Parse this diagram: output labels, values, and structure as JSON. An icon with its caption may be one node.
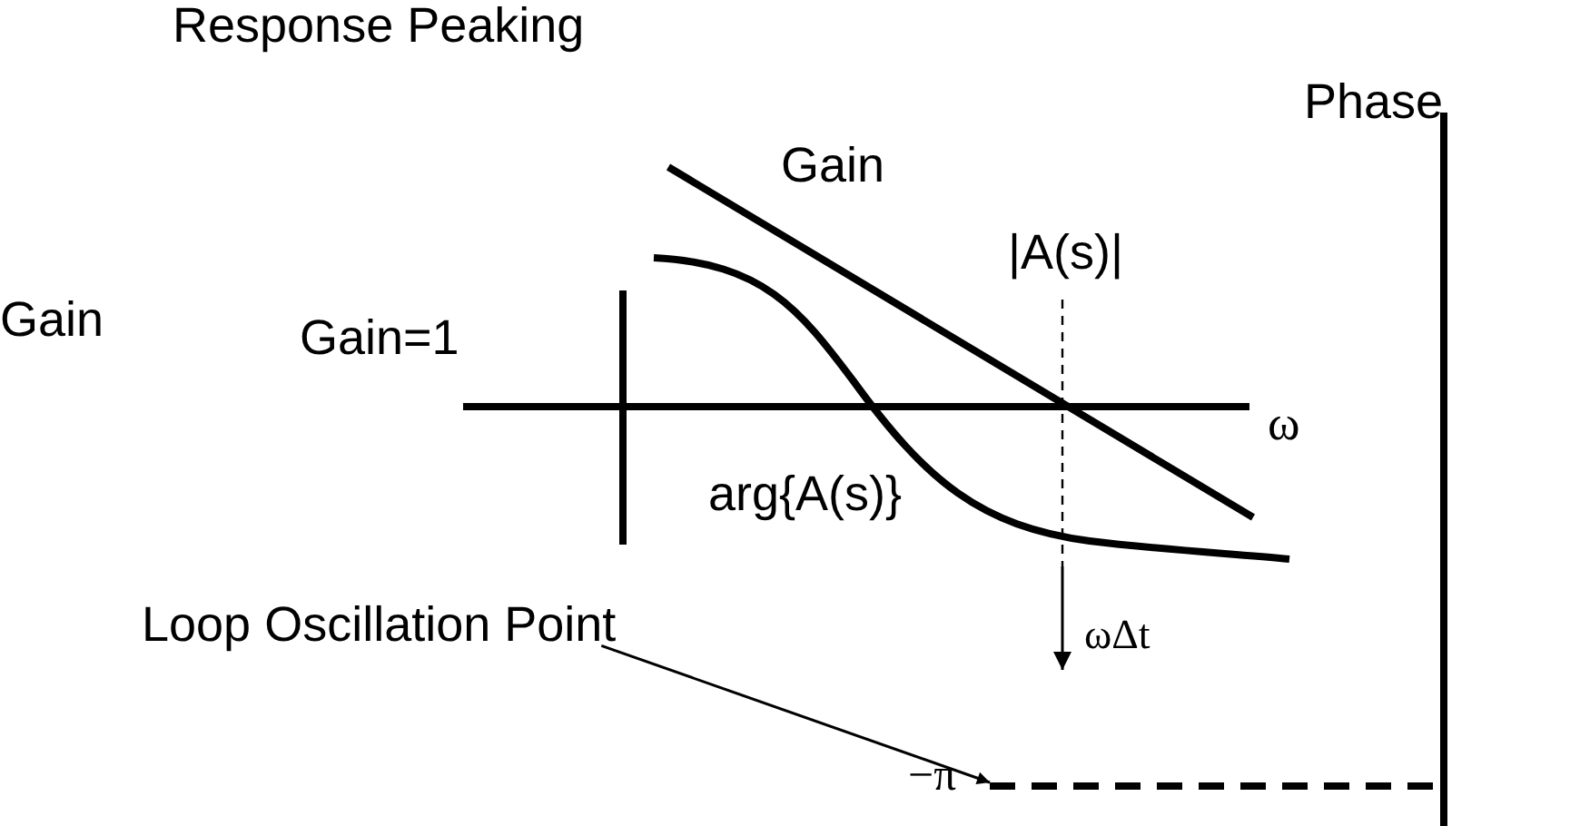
{
  "diagram": {
    "title": "Response Peaking",
    "nodes": [
      {
        "text": [
          "Loop Oscillation Point"
        ]
      },
      {
        "text": [],
        "shape": "bar"
      }
    ],
    "edges": [
      {
        "from": 0,
        "to": 1,
        "arrow": "to"
      }
    ],
    "labels": [
      "Phase",
      "Gain",
      "Gain=1",
      "Gain",
      "|A(s)|",
      "ω",
      "arg{A(s)}",
      "ωΔt",
      "−π"
    ]
  }
}
